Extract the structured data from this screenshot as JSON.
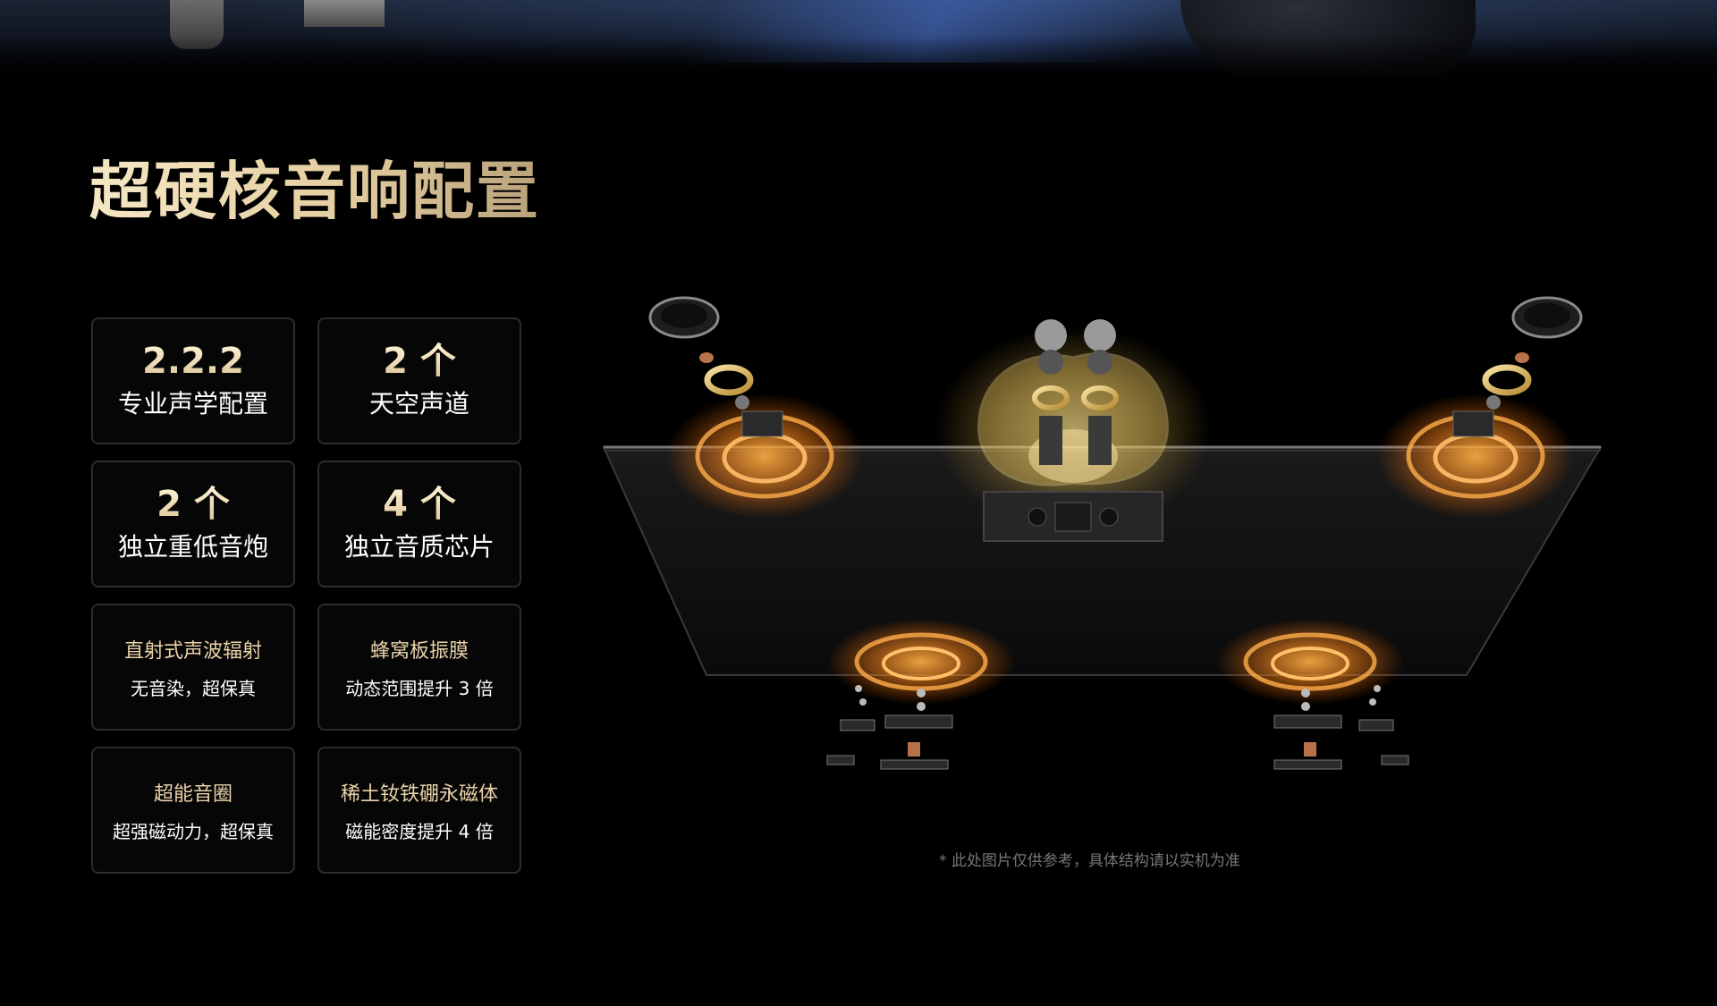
{
  "title": "超硬核音响配置",
  "features": [
    {
      "big": "2.2.2",
      "sub": "专业声学配置"
    },
    {
      "big": "2 个",
      "sub": "天空声道"
    },
    {
      "big": "2 个",
      "sub": "独立重低音炮"
    },
    {
      "big": "4 个",
      "sub": "独立音质芯片"
    },
    {
      "headline": "直射式声波辐射",
      "detail": "无音染，超保真"
    },
    {
      "headline": "蜂窝板振膜",
      "detail": "动态范围提升 3 倍"
    },
    {
      "headline": "超能音圈",
      "detail": "超强磁动力，超保真"
    },
    {
      "headline": "稀土钕铁硼永磁体",
      "detail": "磁能密度提升 4 倍"
    }
  ],
  "footnote": "* 此处图片仅供参考，具体结构请以实机为准",
  "colors": {
    "background": "#000000",
    "title_gold": "#e9d2a8",
    "card_border": "#2c2c2c",
    "speaker_glow": "#ff9a2e",
    "center_glow": "#f5dc7a"
  }
}
